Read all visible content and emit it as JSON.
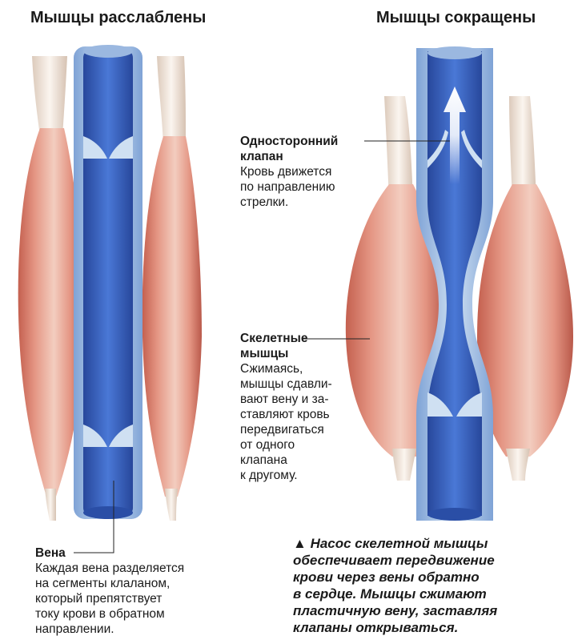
{
  "titles": {
    "relaxed": "Мышцы расслаблены",
    "contracted": "Мышцы сокращены"
  },
  "valve": {
    "heading": [
      "Односторонний",
      "клапан"
    ],
    "body": [
      "Кровь движется",
      "по направлению",
      "стрелки."
    ]
  },
  "muscles": {
    "heading": [
      "Скелетные",
      "мышцы"
    ],
    "body": [
      "Сжимаясь,",
      "мышцы сдавли-",
      "вают вену и за-",
      "ставляют кровь",
      "передвигаться",
      "от одного",
      "клапана",
      "к другому."
    ]
  },
  "vein": {
    "heading": "Вена",
    "body": [
      "Каждая вена разделяется",
      "на сегменты клаланом,",
      "который препятствует",
      "току крови в обратном",
      "направлении."
    ]
  },
  "caption": {
    "marker": "▲",
    "lines": [
      "Насос скелетной мышцы",
      "обеспечивает передвижение",
      "крови через вены обратно",
      "в сердце. Мышцы сжимают",
      "пластичную вену, заставляя",
      "клапаны открываться."
    ]
  },
  "colors": {
    "muscle_light": "#f3cdbf",
    "muscle_mid": "#e49583",
    "muscle_dark": "#c4604f",
    "tendon": "#f1e7dd",
    "vein_wall": "#a9c4e4",
    "vein_blood": "#3a64c4",
    "vein_deep": "#27479b",
    "leader": "#222222"
  }
}
